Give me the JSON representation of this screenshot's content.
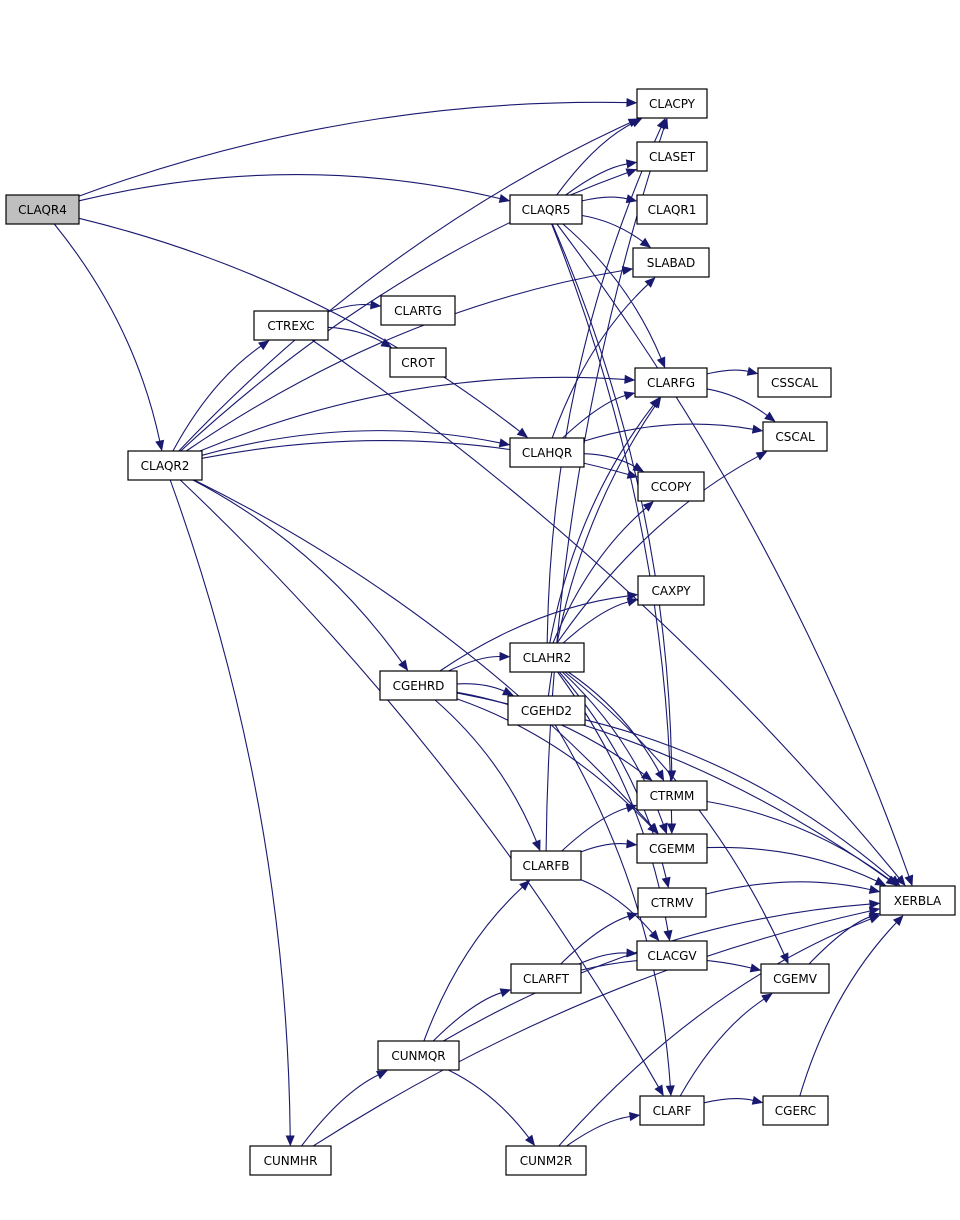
{
  "graph": {
    "edge_color": "#191970",
    "node_fill": "#ffffff",
    "root_fill": "#bfbfbf",
    "nodes": [
      {
        "id": "CLAQR4",
        "label": "CLAQR4",
        "root": true
      },
      {
        "id": "CLACPY",
        "label": "CLACPY"
      },
      {
        "id": "CLASET",
        "label": "CLASET"
      },
      {
        "id": "CLAQR5",
        "label": "CLAQR5"
      },
      {
        "id": "CLAQR1",
        "label": "CLAQR1"
      },
      {
        "id": "SLABAD",
        "label": "SLABAD"
      },
      {
        "id": "CTREXC",
        "label": "CTREXC"
      },
      {
        "id": "CLARTG",
        "label": "CLARTG"
      },
      {
        "id": "CROT",
        "label": "CROT"
      },
      {
        "id": "CLARFG",
        "label": "CLARFG"
      },
      {
        "id": "CSSCAL",
        "label": "CSSCAL"
      },
      {
        "id": "CLAHQR",
        "label": "CLAHQR"
      },
      {
        "id": "CSCAL",
        "label": "CSCAL"
      },
      {
        "id": "CLAQR2",
        "label": "CLAQR2"
      },
      {
        "id": "CCOPY",
        "label": "CCOPY"
      },
      {
        "id": "CAXPY",
        "label": "CAXPY"
      },
      {
        "id": "CLAHR2",
        "label": "CLAHR2"
      },
      {
        "id": "CGEHRD",
        "label": "CGEHRD"
      },
      {
        "id": "CGEHD2",
        "label": "CGEHD2"
      },
      {
        "id": "CTRMM",
        "label": "CTRMM"
      },
      {
        "id": "CGEMM",
        "label": "CGEMM"
      },
      {
        "id": "CLARFB",
        "label": "CLARFB"
      },
      {
        "id": "XERBLA",
        "label": "XERBLA"
      },
      {
        "id": "CTRMV",
        "label": "CTRMV"
      },
      {
        "id": "CLACGV",
        "label": "CLACGV"
      },
      {
        "id": "CLARFT",
        "label": "CLARFT"
      },
      {
        "id": "CGEMV",
        "label": "CGEMV"
      },
      {
        "id": "CUNMQR",
        "label": "CUNMQR"
      },
      {
        "id": "CLARF",
        "label": "CLARF"
      },
      {
        "id": "CGERC",
        "label": "CGERC"
      },
      {
        "id": "CUNMHR",
        "label": "CUNMHR"
      },
      {
        "id": "CUNM2R",
        "label": "CUNM2R"
      }
    ],
    "edges": [
      [
        "CLAQR4",
        "CLACPY"
      ],
      [
        "CLAQR4",
        "CLAQR5"
      ],
      [
        "CLAQR4",
        "CLAHQR"
      ],
      [
        "CLAQR4",
        "CLAQR2"
      ],
      [
        "CLAQR5",
        "CLACPY"
      ],
      [
        "CLAQR5",
        "CLASET"
      ],
      [
        "CLAQR5",
        "CLAQR1"
      ],
      [
        "CLAQR5",
        "SLABAD"
      ],
      [
        "CLAQR5",
        "CLARFG"
      ],
      [
        "CLAQR5",
        "CTRMM"
      ],
      [
        "CLAQR5",
        "CGEMM"
      ],
      [
        "CLAQR5",
        "XERBLA"
      ],
      [
        "CTREXC",
        "CLARTG"
      ],
      [
        "CTREXC",
        "CROT"
      ],
      [
        "CTREXC",
        "XERBLA"
      ],
      [
        "CLARFG",
        "CSSCAL"
      ],
      [
        "CLARFG",
        "CSCAL"
      ],
      [
        "CLAHQR",
        "SLABAD"
      ],
      [
        "CLAHQR",
        "CLARFG"
      ],
      [
        "CLAHQR",
        "CSCAL"
      ],
      [
        "CLAHQR",
        "CCOPY"
      ],
      [
        "CLAQR2",
        "CLACPY"
      ],
      [
        "CLAQR2",
        "CLASET"
      ],
      [
        "CLAQR2",
        "SLABAD"
      ],
      [
        "CLAQR2",
        "CTREXC"
      ],
      [
        "CLAQR2",
        "CLARFG"
      ],
      [
        "CLAQR2",
        "CLAHQR"
      ],
      [
        "CLAQR2",
        "CCOPY"
      ],
      [
        "CLAQR2",
        "CGEHRD"
      ],
      [
        "CLAQR2",
        "CGEMM"
      ],
      [
        "CLAQR2",
        "CLARF"
      ],
      [
        "CLAQR2",
        "CUNMHR"
      ],
      [
        "CGEHRD",
        "CLAHR2"
      ],
      [
        "CGEHRD",
        "CGEHD2"
      ],
      [
        "CGEHRD",
        "CTRMM"
      ],
      [
        "CGEHRD",
        "CGEMM"
      ],
      [
        "CGEHRD",
        "CLARFB"
      ],
      [
        "CGEHRD",
        "XERBLA"
      ],
      [
        "CGEHRD",
        "CAXPY"
      ],
      [
        "CLAHR2",
        "CLACPY"
      ],
      [
        "CLAHR2",
        "CLARFG"
      ],
      [
        "CLAHR2",
        "CCOPY"
      ],
      [
        "CLAHR2",
        "CAXPY"
      ],
      [
        "CLAHR2",
        "CSCAL"
      ],
      [
        "CLAHR2",
        "CTRMM"
      ],
      [
        "CLAHR2",
        "CGEMM"
      ],
      [
        "CLAHR2",
        "CTRMV"
      ],
      [
        "CLAHR2",
        "CLACGV"
      ],
      [
        "CLAHR2",
        "CGEMV"
      ],
      [
        "CGEHD2",
        "CLARFG"
      ],
      [
        "CGEHD2",
        "CLARF"
      ],
      [
        "CGEHD2",
        "XERBLA"
      ],
      [
        "CLARFB",
        "CLACPY"
      ],
      [
        "CLARFB",
        "CTRMM"
      ],
      [
        "CLARFB",
        "CGEMM"
      ],
      [
        "CLARFB",
        "CLACGV"
      ],
      [
        "CTRMM",
        "XERBLA"
      ],
      [
        "CGEMM",
        "XERBLA"
      ],
      [
        "CTRMV",
        "XERBLA"
      ],
      [
        "CGEMV",
        "XERBLA"
      ],
      [
        "CLARFT",
        "CTRMV"
      ],
      [
        "CLARFT",
        "CLACGV"
      ],
      [
        "CLARFT",
        "CGEMV"
      ],
      [
        "CUNMQR",
        "CLARFB"
      ],
      [
        "CUNMQR",
        "CLARFT"
      ],
      [
        "CUNMQR",
        "CUNM2R"
      ],
      [
        "CUNMQR",
        "XERBLA"
      ],
      [
        "CLARF",
        "CGEMV"
      ],
      [
        "CLARF",
        "CGERC"
      ],
      [
        "CGERC",
        "XERBLA"
      ],
      [
        "CUNMHR",
        "CUNMQR"
      ],
      [
        "CUNMHR",
        "XERBLA"
      ],
      [
        "CUNM2R",
        "CLARF"
      ],
      [
        "CUNM2R",
        "XERBLA"
      ]
    ]
  }
}
